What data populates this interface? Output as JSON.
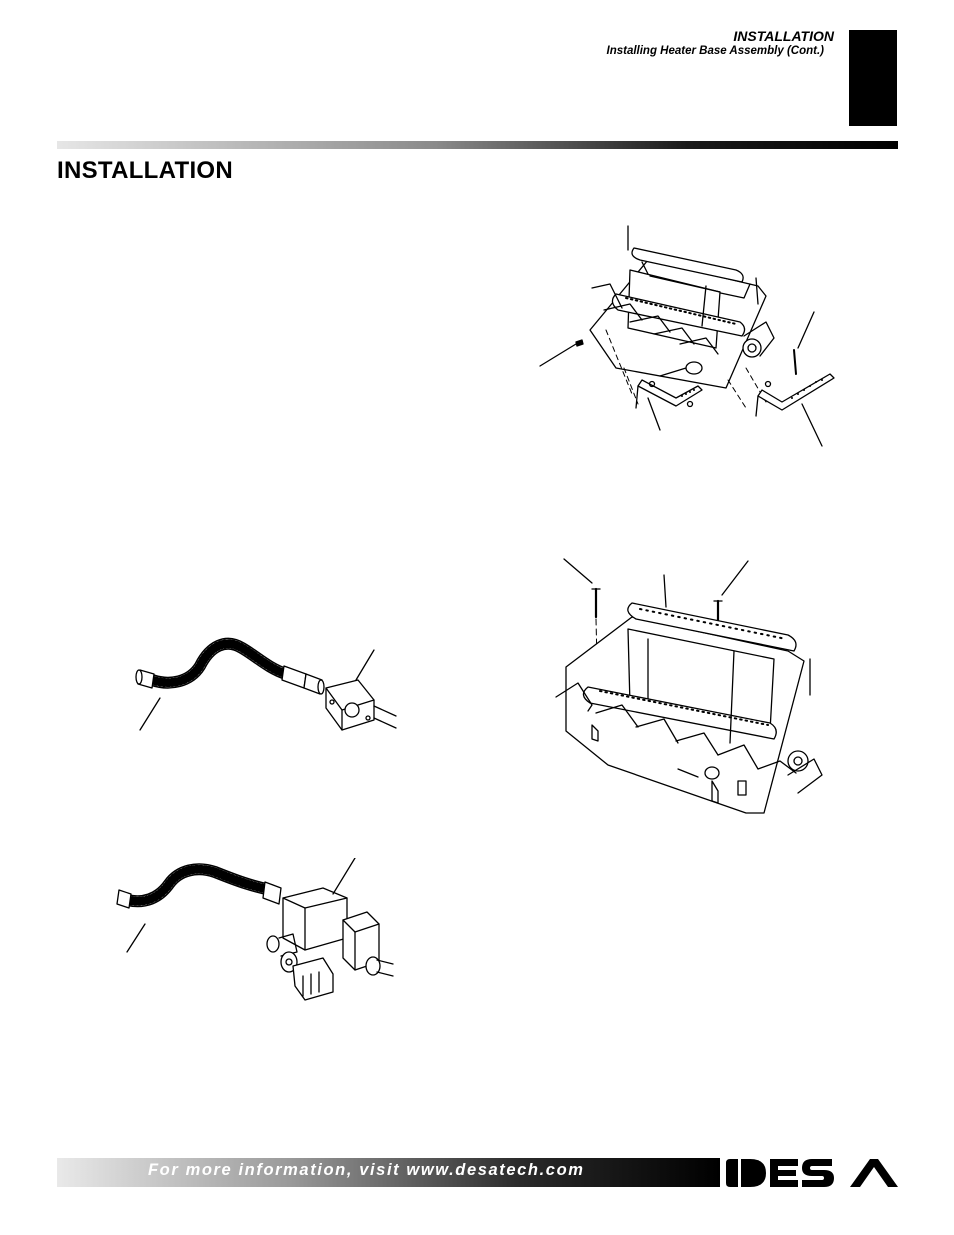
{
  "header": {
    "title": "INSTALLATION",
    "subtitle": "Installing Heater Base Assembly (Cont.)"
  },
  "section": {
    "title": "INSTALLATION"
  },
  "footer": {
    "text": "For more information, visit www.desatech.com",
    "logo": "DESA"
  },
  "colors": {
    "ink": "#000000",
    "paper": "#ffffff"
  },
  "figures": [
    {
      "name": "burner-bracket-exploded",
      "icon": "burner-assembly-exploded-drawing"
    },
    {
      "name": "burner-mounting-screws",
      "icon": "burner-assembly-drawing"
    },
    {
      "name": "flex-line-to-fitting",
      "icon": "flex-gas-line-drawing"
    },
    {
      "name": "flex-line-to-valve",
      "icon": "gas-valve-drawing"
    }
  ]
}
